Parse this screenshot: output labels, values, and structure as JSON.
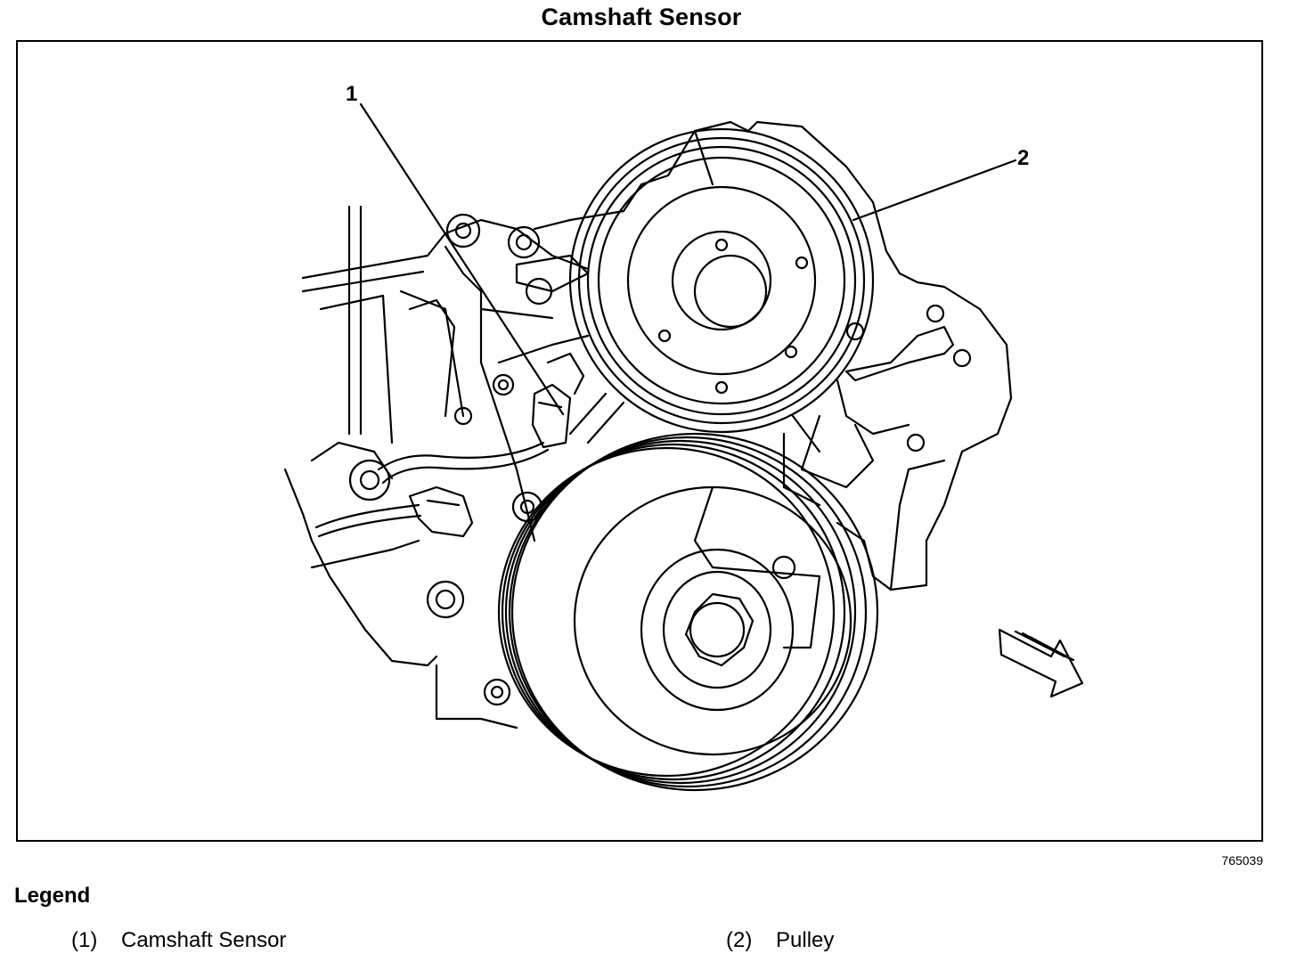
{
  "title": "Camshaft Sensor",
  "figure_id": "765039",
  "callouts": [
    {
      "id": "1",
      "target": "camshaft-sensor"
    },
    {
      "id": "2",
      "target": "pulley"
    }
  ],
  "legend": {
    "heading": "Legend",
    "items": [
      {
        "number": "(1)",
        "label": "Camshaft Sensor"
      },
      {
        "number": "(2)",
        "label": "Pulley"
      }
    ]
  },
  "colors": {
    "line": "#000000",
    "background": "#ffffff"
  }
}
